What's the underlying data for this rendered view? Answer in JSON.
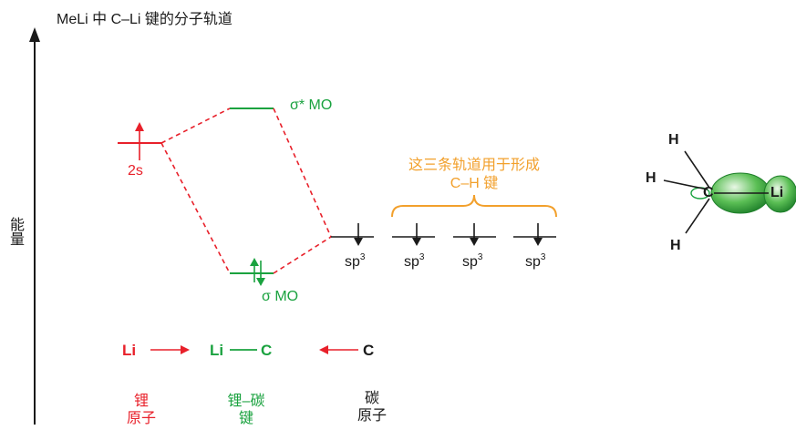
{
  "title": "MeLi 中 C–Li 键的分子轨道",
  "y_axis_label": "能量",
  "li_2s_label": "2s",
  "sigma_star_label": "σ* MO",
  "sigma_label": "σ MO",
  "sp3_label": "sp",
  "sp3_sup": "3",
  "orange_note_line1": "这三条轨道用于形成",
  "orange_note_line2": "C–H 键",
  "scheme": {
    "li": "Li",
    "li_c_li": "Li",
    "li_c_c": "C",
    "c": "C"
  },
  "footer": {
    "li_atom_line1": "锂",
    "li_atom_line2": "原子",
    "bond_line1": "锂–碳",
    "bond_line2": "键",
    "c_atom_line1": "碳",
    "c_atom_line2": "原子"
  },
  "molecule": {
    "h_top": "H",
    "h_left": "H",
    "h_bottom": "H",
    "c": "C",
    "li": "Li"
  },
  "colors": {
    "red": "#e8202a",
    "green": "#1aa23f",
    "orange": "#f2a02c",
    "black": "#1a1a1a"
  }
}
